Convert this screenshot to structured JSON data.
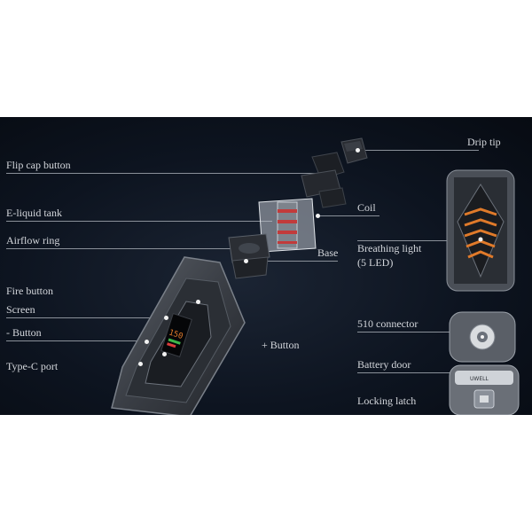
{
  "labels": {
    "drip_tip": "Drip tip",
    "flip_cap_button": "Flip cap button",
    "coil": "Coil",
    "e_liquid_tank": "E-liquid tank",
    "airflow_ring": "Airflow ring",
    "base": "Base",
    "breathing_light_1": "Breathing light",
    "breathing_light_2": "(5 LED)",
    "fire_button": "Fire button",
    "screen": "Screen",
    "minus_button": "- Button",
    "plus_button": "+ Button",
    "type_c_port": "Type-C port",
    "connector_510": "510 connector",
    "battery_door": "Battery door",
    "locking_latch": "Locking latch"
  },
  "screen_readout": "150",
  "device_brand": "UWELL",
  "colors": {
    "background": "#0d1420",
    "label_text": "#d4d7dc",
    "leader_line": "#8a9099",
    "led_orange": "#e07a2a"
  }
}
